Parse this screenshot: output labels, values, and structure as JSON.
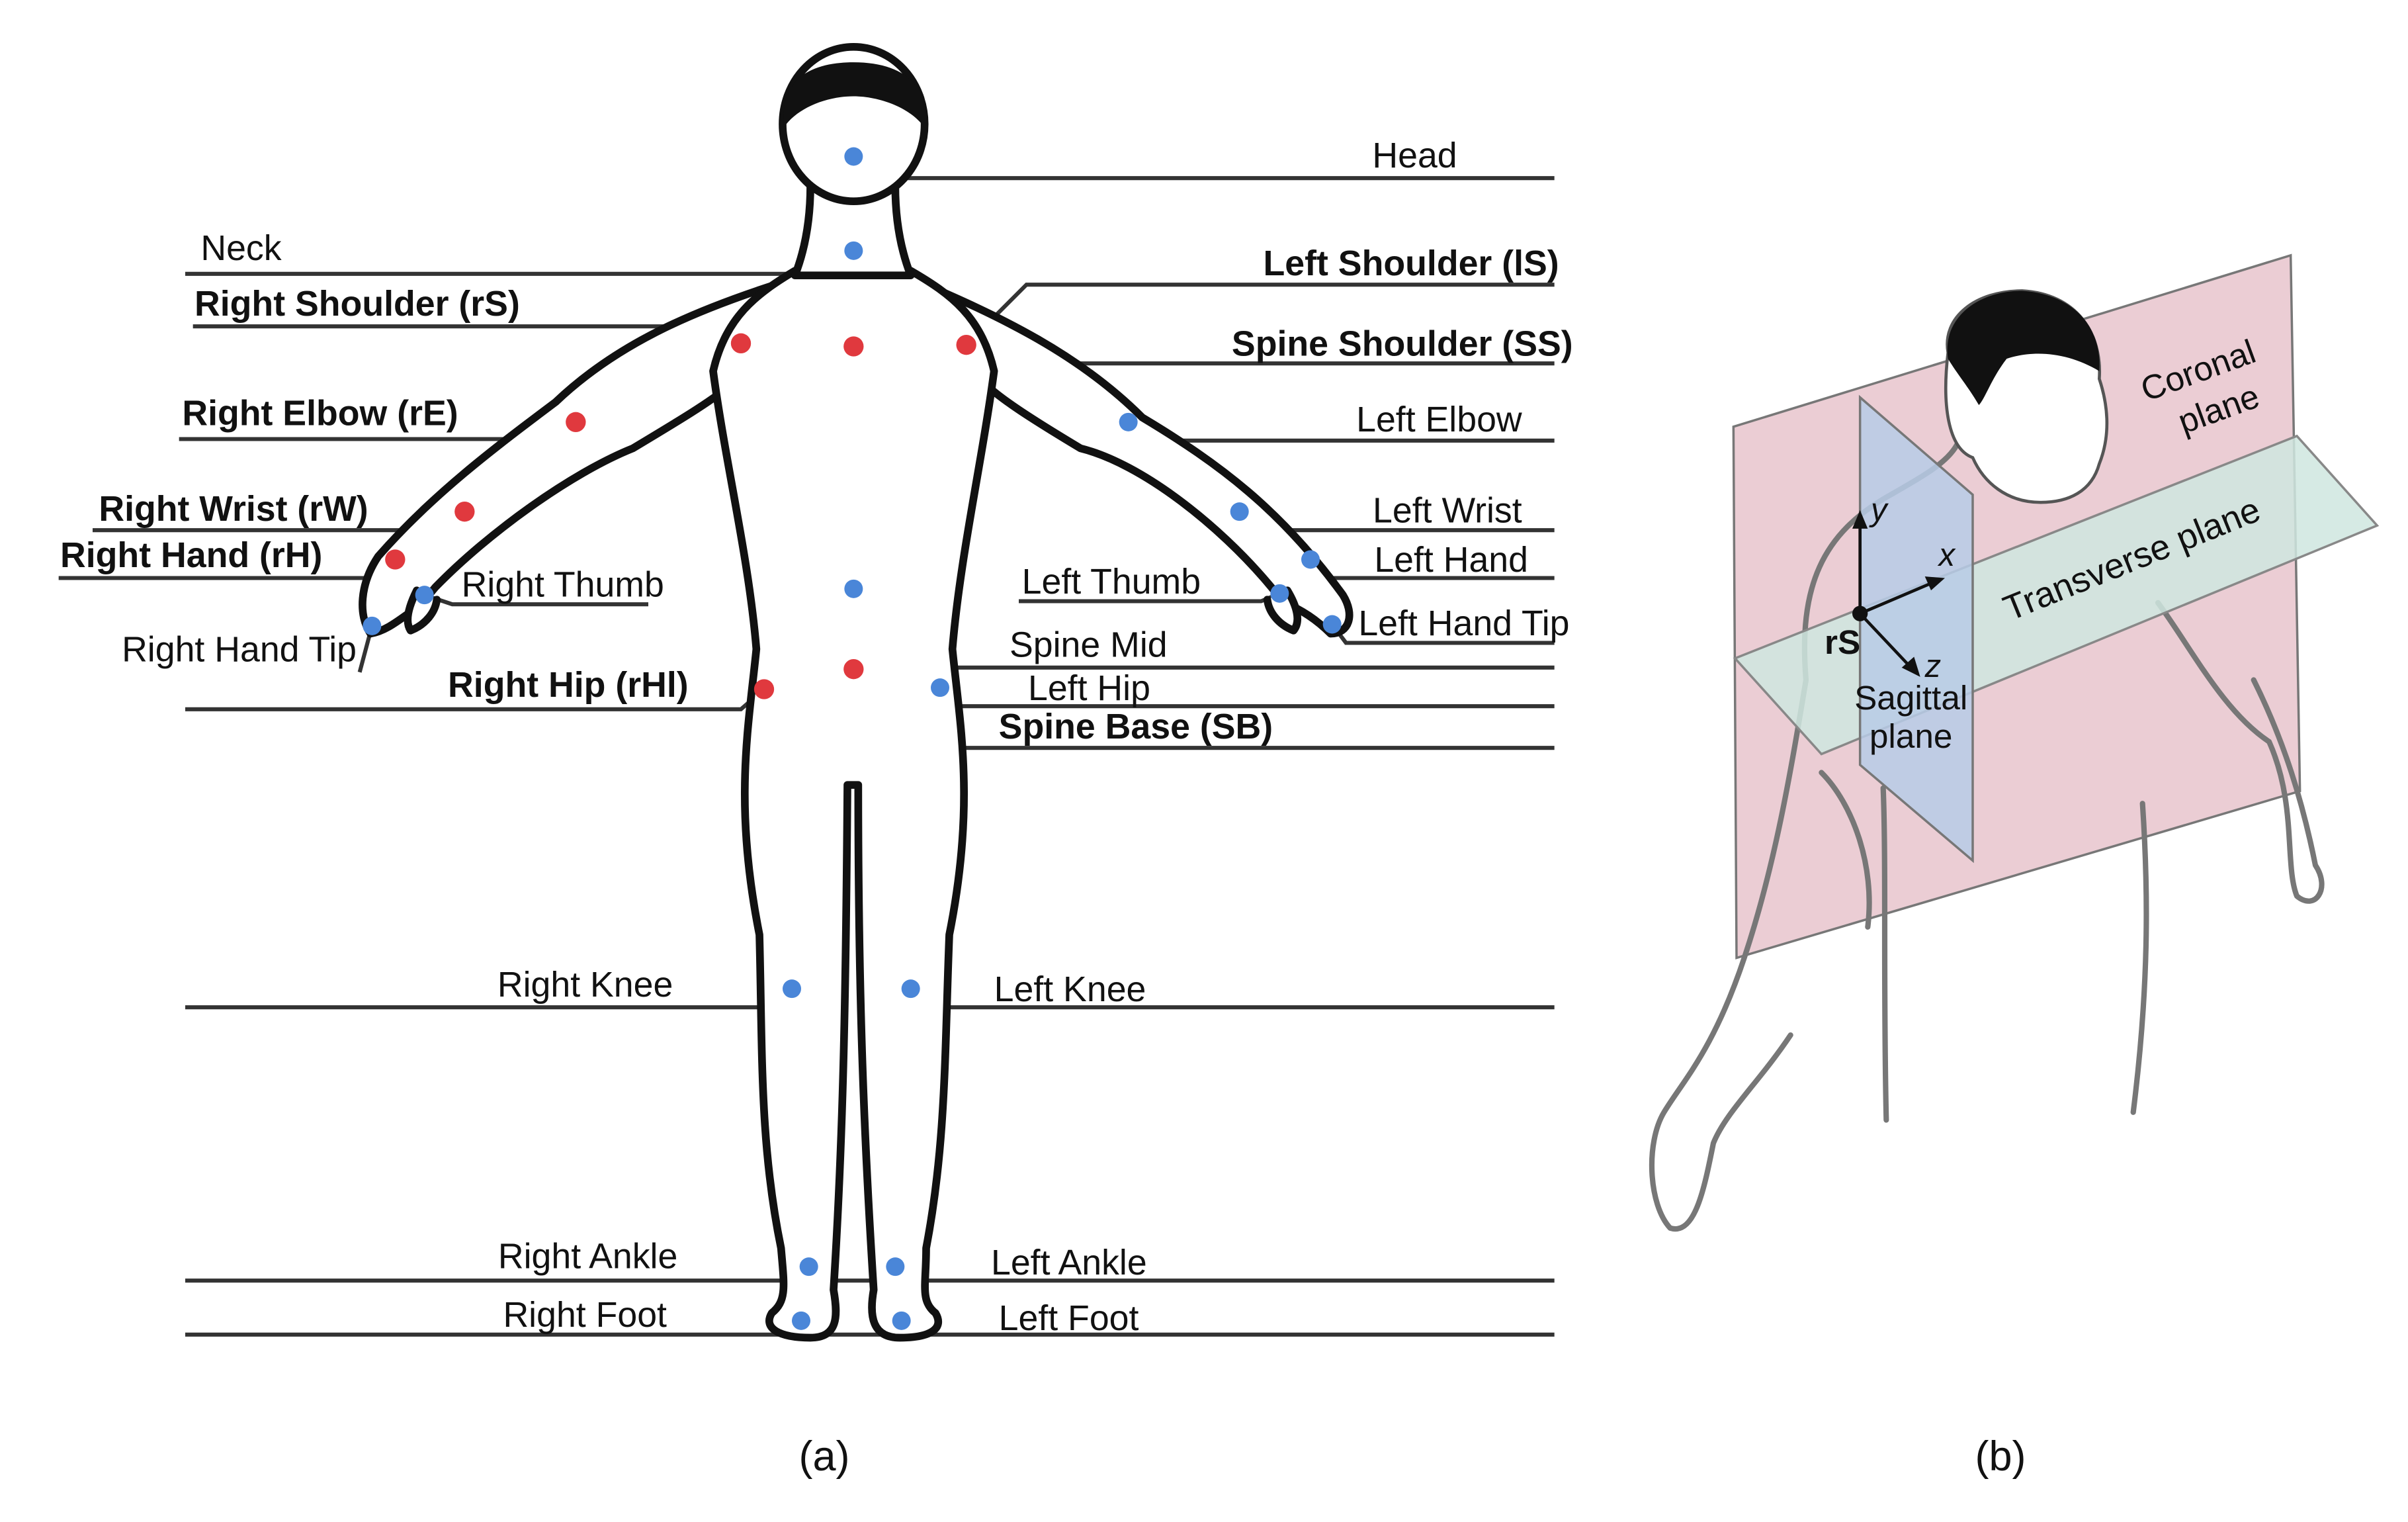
{
  "panel_a": {
    "caption": "(a)",
    "joint_colors": {
      "highlighted": "#e0393e",
      "standard": "#4a86d8"
    },
    "joints": [
      {
        "id": "head",
        "label": "Head",
        "bold": false,
        "highlighted": false
      },
      {
        "id": "neck",
        "label": "Neck",
        "bold": false,
        "highlighted": false
      },
      {
        "id": "left-shoulder",
        "label": "Left Shoulder (lS)",
        "bold": true,
        "highlighted": true
      },
      {
        "id": "right-shoulder",
        "label": "Right Shoulder (rS)",
        "bold": true,
        "highlighted": true
      },
      {
        "id": "spine-shoulder",
        "label": "Spine Shoulder (SS)",
        "bold": true,
        "highlighted": true
      },
      {
        "id": "right-elbow",
        "label": "Right Elbow (rE)",
        "bold": true,
        "highlighted": true
      },
      {
        "id": "left-elbow",
        "label": "Left Elbow",
        "bold": false,
        "highlighted": false
      },
      {
        "id": "right-wrist",
        "label": "Right Wrist (rW)",
        "bold": true,
        "highlighted": true
      },
      {
        "id": "left-wrist",
        "label": "Left Wrist",
        "bold": false,
        "highlighted": false
      },
      {
        "id": "right-hand",
        "label": "Right Hand (rH)",
        "bold": true,
        "highlighted": true
      },
      {
        "id": "left-hand",
        "label": "Left Hand",
        "bold": false,
        "highlighted": false
      },
      {
        "id": "right-thumb",
        "label": "Right Thumb",
        "bold": false,
        "highlighted": false
      },
      {
        "id": "left-thumb",
        "label": "Left Thumb",
        "bold": false,
        "highlighted": false
      },
      {
        "id": "right-hand-tip",
        "label": "Right Hand Tip",
        "bold": false,
        "highlighted": false
      },
      {
        "id": "left-hand-tip",
        "label": "Left Hand Tip",
        "bold": false,
        "highlighted": false
      },
      {
        "id": "spine-mid",
        "label": "Spine Mid",
        "bold": false,
        "highlighted": false
      },
      {
        "id": "right-hip",
        "label": "Right Hip (rHl)",
        "bold": true,
        "highlighted": true
      },
      {
        "id": "left-hip",
        "label": "Left Hip",
        "bold": false,
        "highlighted": false
      },
      {
        "id": "spine-base",
        "label": "Spine Base (SB)",
        "bold": true,
        "highlighted": true
      },
      {
        "id": "right-knee",
        "label": "Right Knee",
        "bold": false,
        "highlighted": false
      },
      {
        "id": "left-knee",
        "label": "Left Knee",
        "bold": false,
        "highlighted": false
      },
      {
        "id": "right-ankle",
        "label": "Right Ankle",
        "bold": false,
        "highlighted": false
      },
      {
        "id": "left-ankle",
        "label": "Left Ankle",
        "bold": false,
        "highlighted": false
      },
      {
        "id": "right-foot",
        "label": "Right Foot",
        "bold": false,
        "highlighted": false
      },
      {
        "id": "left-foot",
        "label": "Left Foot",
        "bold": false,
        "highlighted": false
      }
    ]
  },
  "panel_b": {
    "caption": "(b)",
    "coronal_plane": {
      "line1": "Coronal",
      "line2": "plane",
      "color": "#e8c4cc"
    },
    "transverse_plane": {
      "label": "Transverse plane",
      "color": "#cfe6df"
    },
    "sagittal_plane": {
      "line1": "Sagittal",
      "line2": "plane",
      "color": "#b7cbe6"
    },
    "origin_label": "rS",
    "axes": {
      "y": "y",
      "x": "x",
      "z": "z"
    }
  }
}
